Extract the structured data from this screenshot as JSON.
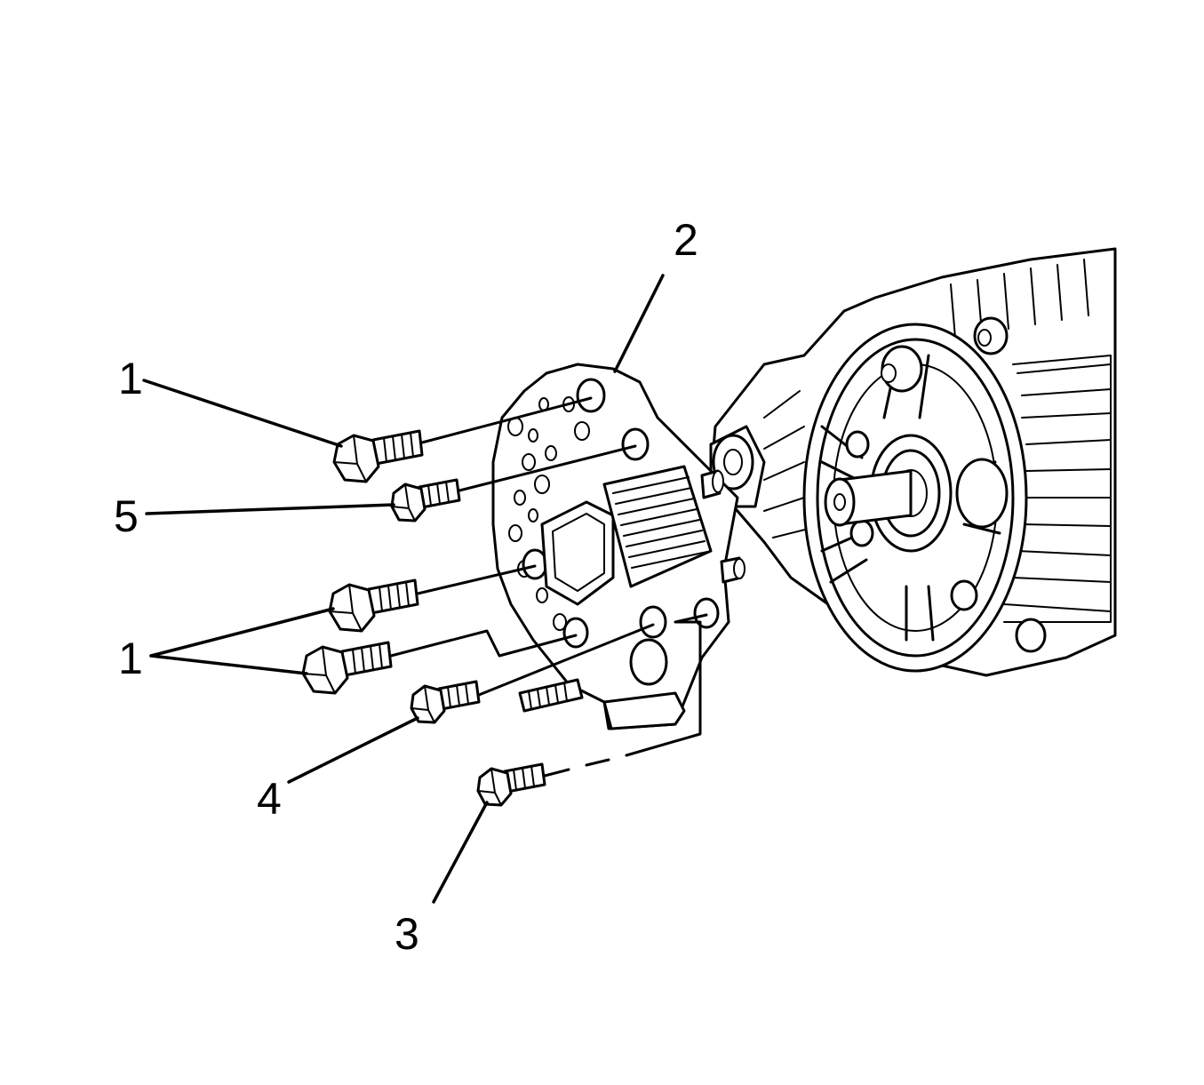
{
  "callouts": [
    {
      "id": "bolt-upper",
      "label": "1"
    },
    {
      "id": "regulator-assembly",
      "label": "2"
    },
    {
      "id": "screw-lower",
      "label": "3"
    },
    {
      "id": "screw-middle",
      "label": "4"
    },
    {
      "id": "screw-upper",
      "label": "5"
    },
    {
      "id": "bolts-lower-pair",
      "label": "1"
    }
  ],
  "colors": {
    "line": "#000000",
    "background": "#ffffff"
  }
}
